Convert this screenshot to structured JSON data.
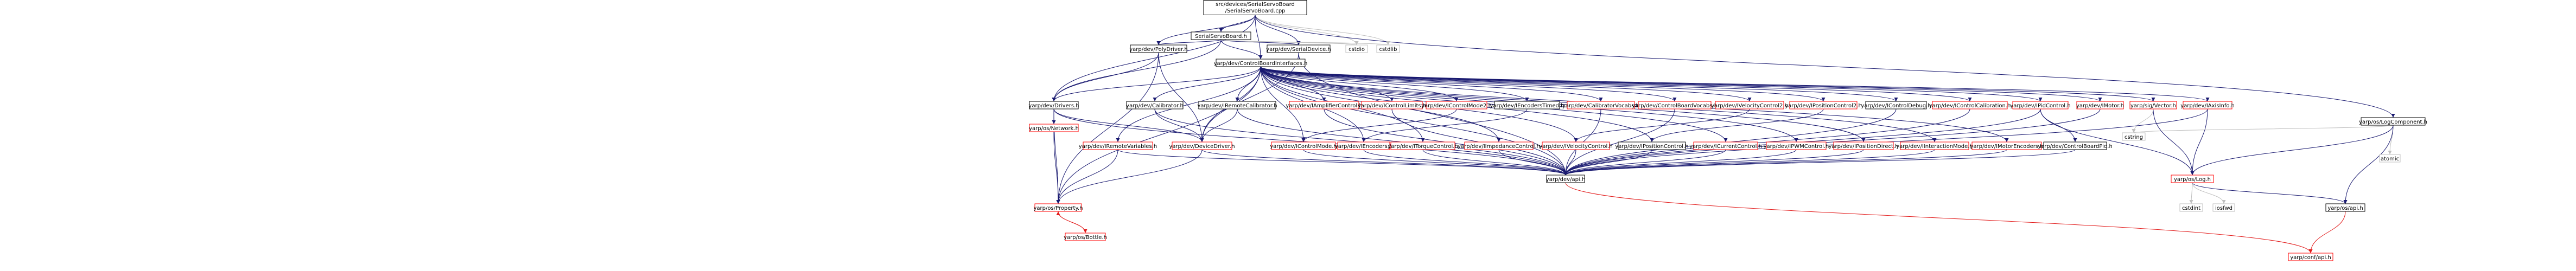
{
  "colors": {
    "background": "#ffffff",
    "root_fill": "#bfbfbf",
    "node_border_local": "#000000",
    "node_border_external": "#bfbfbf",
    "node_border_missing": "#ff0000",
    "edge_main": "#191970",
    "edge_special": "#e21b1b",
    "edge_external": "#bfbfbf",
    "text": "#000000"
  },
  "nodes": [
    {
      "id": "root",
      "label": "src/devices/SerialServoBoard/SerialServoBoard.cpp",
      "kind": "root"
    },
    {
      "id": "ssb",
      "label": "SerialServoBoard.h",
      "kind": "local"
    },
    {
      "id": "polydrv",
      "label": "yarp/dev/PolyDriver.h",
      "kind": "local"
    },
    {
      "id": "cbi",
      "label": "yarp/dev/ControlBoardInterfaces.h",
      "kind": "local"
    },
    {
      "id": "serialdev",
      "label": "yarp/dev/SerialDevice.h",
      "kind": "local"
    },
    {
      "id": "cstdio",
      "label": "cstdio",
      "kind": "external"
    },
    {
      "id": "cstdlib",
      "label": "cstdlib",
      "kind": "external"
    },
    {
      "id": "drivers",
      "label": "yarp/dev/Drivers.h",
      "kind": "local"
    },
    {
      "id": "calibrator",
      "label": "yarp/dev/Calibrator.h",
      "kind": "local"
    },
    {
      "id": "iremotecal",
      "label": "yarp/dev/IRemoteCalibrator.h",
      "kind": "local"
    },
    {
      "id": "iampctrl",
      "label": "yarp/dev/IAmplifierControl.h",
      "kind": "missing"
    },
    {
      "id": "icontrollimits",
      "label": "yarp/dev/IControlLimits.h",
      "kind": "missing"
    },
    {
      "id": "icontrolmode2",
      "label": "yarp/dev/IControlMode2.h",
      "kind": "missing"
    },
    {
      "id": "iencoderstimed",
      "label": "yarp/dev/IEncodersTimed.h",
      "kind": "local"
    },
    {
      "id": "icalvocab",
      "label": "yarp/dev/CalibratorVocabs.h",
      "kind": "missing"
    },
    {
      "id": "cbvocab",
      "label": "yarp/dev/ControlBoardVocabs.h",
      "kind": "missing"
    },
    {
      "id": "ivelctrl2",
      "label": "yarp/dev/IVelocityControl2.h",
      "kind": "missing"
    },
    {
      "id": "iposctrl2",
      "label": "yarp/dev/IPositionControl2.h",
      "kind": "missing"
    },
    {
      "id": "icontroldebug",
      "label": "yarp/dev/IControlDebug.h",
      "kind": "local"
    },
    {
      "id": "icontrolcal",
      "label": "yarp/dev/IControlCalibration.h",
      "kind": "missing"
    },
    {
      "id": "ipidctrl",
      "label": "yarp/dev/IPidControl.h",
      "kind": "missing"
    },
    {
      "id": "imotor",
      "label": "yarp/dev/IMotor.h",
      "kind": "missing"
    },
    {
      "id": "sigvector",
      "label": "yarp/sig/Vector.h",
      "kind": "missing"
    },
    {
      "id": "iaxisinfo",
      "label": "yarp/dev/IAxisInfo.h",
      "kind": "missing"
    },
    {
      "id": "logcomp",
      "label": "yarp/os/LogComponent.h",
      "kind": "local"
    },
    {
      "id": "osnetwork",
      "label": "yarp/os/Network.h",
      "kind": "missing"
    },
    {
      "id": "iremotevars",
      "label": "yarp/dev/IRemoteVariables.h",
      "kind": "missing"
    },
    {
      "id": "devicedriver",
      "label": "yarp/dev/DeviceDriver.h",
      "kind": "missing"
    },
    {
      "id": "icontrolmode",
      "label": "yarp/dev/IControlMode.h",
      "kind": "missing"
    },
    {
      "id": "iencoders",
      "label": "yarp/dev/IEncoders.h",
      "kind": "missing"
    },
    {
      "id": "itorque",
      "label": "yarp/dev/ITorqueControl.h",
      "kind": "missing"
    },
    {
      "id": "iimpedance",
      "label": "yarp/dev/IImpedanceControl.h",
      "kind": "missing"
    },
    {
      "id": "ivelctrl",
      "label": "yarp/dev/IVelocityControl.h",
      "kind": "missing"
    },
    {
      "id": "iposctrl",
      "label": "yarp/dev/IPositionControl.h",
      "kind": "local"
    },
    {
      "id": "icurrent",
      "label": "yarp/dev/ICurrentControl.h",
      "kind": "missing"
    },
    {
      "id": "ipwm",
      "label": "yarp/dev/IPWMControl.h",
      "kind": "missing"
    },
    {
      "id": "iposdirect",
      "label": "yarp/dev/IPositionDirect.h",
      "kind": "missing"
    },
    {
      "id": "iinteraction",
      "label": "yarp/dev/IInteractionMode.h",
      "kind": "missing"
    },
    {
      "id": "imotorenc",
      "label": "yarp/dev/IMotorEncoders.h",
      "kind": "missing"
    },
    {
      "id": "cbpid",
      "label": "yarp/dev/ControlBoardPid.h",
      "kind": "local"
    },
    {
      "id": "cstring",
      "label": "cstring",
      "kind": "external"
    },
    {
      "id": "atomic",
      "label": "atomic",
      "kind": "external"
    },
    {
      "id": "oslog",
      "label": "yarp/os/Log.h",
      "kind": "missing"
    },
    {
      "id": "property",
      "label": "yarp/os/Property.h",
      "kind": "missing"
    },
    {
      "id": "bottle",
      "label": "yarp/os/Bottle.h",
      "kind": "missing"
    },
    {
      "id": "devapi",
      "label": "yarp/dev/api.h",
      "kind": "local"
    },
    {
      "id": "cstdint",
      "label": "cstdint",
      "kind": "external"
    },
    {
      "id": "iosfwd",
      "label": "iosfwd",
      "kind": "external"
    },
    {
      "id": "osapi",
      "label": "yarp/os/api.h",
      "kind": "local"
    },
    {
      "id": "yarpconf",
      "label": "yarp/conf/api.h",
      "kind": "missing"
    }
  ],
  "edges": [
    [
      "root",
      "ssb"
    ],
    [
      "root",
      "polydrv"
    ],
    [
      "root",
      "cbi"
    ],
    [
      "root",
      "serialdev"
    ],
    [
      "root",
      "cstdio"
    ],
    [
      "root",
      "cstdlib"
    ],
    [
      "root",
      "drivers"
    ],
    [
      "root",
      "logcomp"
    ],
    [
      "ssb",
      "polydrv"
    ],
    [
      "ssb",
      "cbi"
    ],
    [
      "ssb",
      "serialdev"
    ],
    [
      "ssb",
      "cstdio"
    ],
    [
      "ssb",
      "cstdlib"
    ],
    [
      "ssb",
      "drivers"
    ],
    [
      "polydrv",
      "drivers"
    ],
    [
      "polydrv",
      "devicedriver"
    ],
    [
      "polydrv",
      "property"
    ],
    [
      "serialdev",
      "devicedriver"
    ],
    [
      "serialdev",
      "devapi"
    ],
    [
      "cbi",
      "drivers"
    ],
    [
      "cbi",
      "calibrator"
    ],
    [
      "cbi",
      "iremotecal"
    ],
    [
      "cbi",
      "iampctrl"
    ],
    [
      "cbi",
      "icontrollimits"
    ],
    [
      "cbi",
      "icontrolmode2"
    ],
    [
      "cbi",
      "iencoderstimed"
    ],
    [
      "cbi",
      "icalvocab"
    ],
    [
      "cbi",
      "cbvocab"
    ],
    [
      "cbi",
      "ivelctrl2"
    ],
    [
      "cbi",
      "iposctrl2"
    ],
    [
      "cbi",
      "icontroldebug"
    ],
    [
      "cbi",
      "icontrolcal"
    ],
    [
      "cbi",
      "ipidctrl"
    ],
    [
      "cbi",
      "imotor"
    ],
    [
      "cbi",
      "sigvector"
    ],
    [
      "cbi",
      "iaxisinfo"
    ],
    [
      "cbi",
      "iremotevars"
    ],
    [
      "cbi",
      "devicedriver"
    ],
    [
      "cbi",
      "icontrolmode"
    ],
    [
      "cbi",
      "iencoders"
    ],
    [
      "cbi",
      "itorque"
    ],
    [
      "cbi",
      "iimpedance"
    ],
    [
      "cbi",
      "ivelctrl"
    ],
    [
      "cbi",
      "iposctrl"
    ],
    [
      "cbi",
      "icurrent"
    ],
    [
      "cbi",
      "ipwm"
    ],
    [
      "cbi",
      "iposdirect"
    ],
    [
      "cbi",
      "iinteraction"
    ],
    [
      "cbi",
      "imotorenc"
    ],
    [
      "cbi",
      "devapi"
    ],
    [
      "cbi",
      "property"
    ],
    [
      "drivers",
      "osnetwork"
    ],
    [
      "drivers",
      "property"
    ],
    [
      "drivers",
      "devicedriver"
    ],
    [
      "drivers",
      "devapi"
    ],
    [
      "calibrator",
      "devicedriver"
    ],
    [
      "calibrator",
      "devapi"
    ],
    [
      "iremotecal",
      "devicedriver"
    ],
    [
      "iremotecal",
      "devapi"
    ],
    [
      "iampctrl",
      "devapi"
    ],
    [
      "icontrollimits",
      "devapi"
    ],
    [
      "icontrolmode2",
      "icontrolmode"
    ],
    [
      "iencoderstimed",
      "iencoders"
    ],
    [
      "icalvocab",
      "devapi"
    ],
    [
      "cbvocab",
      "devapi"
    ],
    [
      "ivelctrl2",
      "ivelctrl"
    ],
    [
      "iposctrl2",
      "iposctrl"
    ],
    [
      "icontroldebug",
      "devapi"
    ],
    [
      "icontrolcal",
      "devapi"
    ],
    [
      "ipidctrl",
      "cbpid"
    ],
    [
      "ipidctrl",
      "oslog"
    ],
    [
      "ipidctrl",
      "devapi"
    ],
    [
      "imotor",
      "devapi"
    ],
    [
      "sigvector",
      "oslog"
    ],
    [
      "sigvector",
      "cstring"
    ],
    [
      "iaxisinfo",
      "devapi"
    ],
    [
      "iaxisinfo",
      "oslog"
    ],
    [
      "logcomp",
      "oslog"
    ],
    [
      "logcomp",
      "atomic"
    ],
    [
      "logcomp",
      "osapi"
    ],
    [
      "logcomp",
      "cstring"
    ],
    [
      "osnetwork",
      "property"
    ],
    [
      "iremotevars",
      "property"
    ],
    [
      "iremotevars",
      "devapi"
    ],
    [
      "devicedriver",
      "property"
    ],
    [
      "devicedriver",
      "devapi"
    ],
    [
      "icontrolmode",
      "devapi"
    ],
    [
      "iencoders",
      "devapi"
    ],
    [
      "itorque",
      "devapi"
    ],
    [
      "iimpedance",
      "devapi"
    ],
    [
      "ivelctrl",
      "devapi"
    ],
    [
      "iposctrl",
      "devapi"
    ],
    [
      "icurrent",
      "devapi"
    ],
    [
      "ipwm",
      "devapi"
    ],
    [
      "iposdirect",
      "devapi"
    ],
    [
      "iinteraction",
      "devapi"
    ],
    [
      "imotorenc",
      "devapi"
    ],
    [
      "cbpid",
      "devapi"
    ],
    [
      "oslog",
      "osapi"
    ],
    [
      "oslog",
      "cstdint"
    ],
    [
      "oslog",
      "iosfwd"
    ],
    [
      "property",
      "bottle"
    ],
    [
      "bottle",
      "property"
    ],
    [
      "devapi",
      "yarpconf"
    ],
    [
      "osapi",
      "yarpconf"
    ]
  ]
}
